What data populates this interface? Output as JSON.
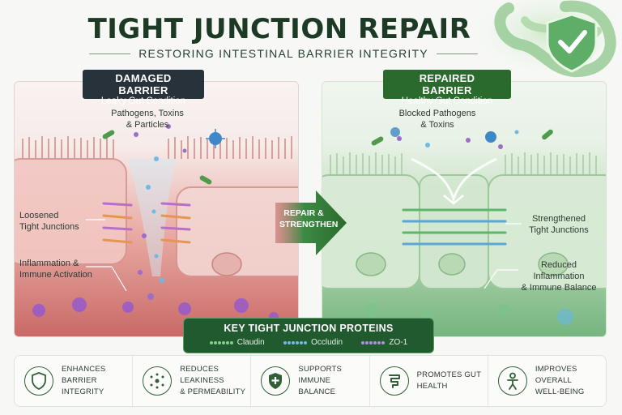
{
  "title": "TIGHT JUNCTION REPAIR",
  "subtitle": "RESTORING INTESTINAL BARRIER INTEGRITY",
  "damaged": {
    "badge_title": "DAMAGED BARRIER",
    "badge_sub": "Leaky Gut Condition",
    "pathogens": [
      "Pathogens, Toxins",
      "& Particles"
    ],
    "loosened": [
      "Loosened",
      "Tight Junctions"
    ],
    "inflammation": [
      "Inflammation &",
      "Immune Activation"
    ]
  },
  "repaired": {
    "badge_title": "REPAIRED BARRIER",
    "badge_sub": "Healthy Gut Condition",
    "blocked": [
      "Blocked Pathogens",
      "& Toxins"
    ],
    "strengthened": [
      "Strengthened",
      "Tight Junctions"
    ],
    "reduced": [
      "Reduced Inflammation",
      "& Immune Balance"
    ]
  },
  "arrow": [
    "REPAIR &",
    "STRENGTHEN"
  ],
  "proteins": {
    "title": "KEY TIGHT JUNCTION PROTEINS",
    "items": [
      {
        "label": "Claudin",
        "color": "#7fd08a"
      },
      {
        "label": "Occludin",
        "color": "#6fb9e6"
      },
      {
        "label": "ZO-1",
        "color": "#b48ae0"
      }
    ]
  },
  "benefits": [
    {
      "icon": "shield-icon",
      "lines": [
        "ENHANCES BARRIER",
        "INTEGRITY"
      ]
    },
    {
      "icon": "particles-icon",
      "lines": [
        "REDUCES LEAKINESS",
        "& PERMEABILITY"
      ]
    },
    {
      "icon": "shield-plus-icon",
      "lines": [
        "SUPPORTS IMMUNE",
        "BALANCE"
      ]
    },
    {
      "icon": "intestine-icon",
      "lines": [
        "PROMOTES GUT",
        "HEALTH"
      ]
    },
    {
      "icon": "person-icon",
      "lines": [
        "IMPROVES OVERALL",
        "WELL-BEING"
      ]
    }
  ],
  "colors": {
    "accent_dark": "#215a2f",
    "damaged_tint": "#c96a67",
    "repaired_tint": "#76b580",
    "claudin": "#7fd08a",
    "occludin": "#6fb9e6",
    "zo1": "#b48ae0"
  }
}
